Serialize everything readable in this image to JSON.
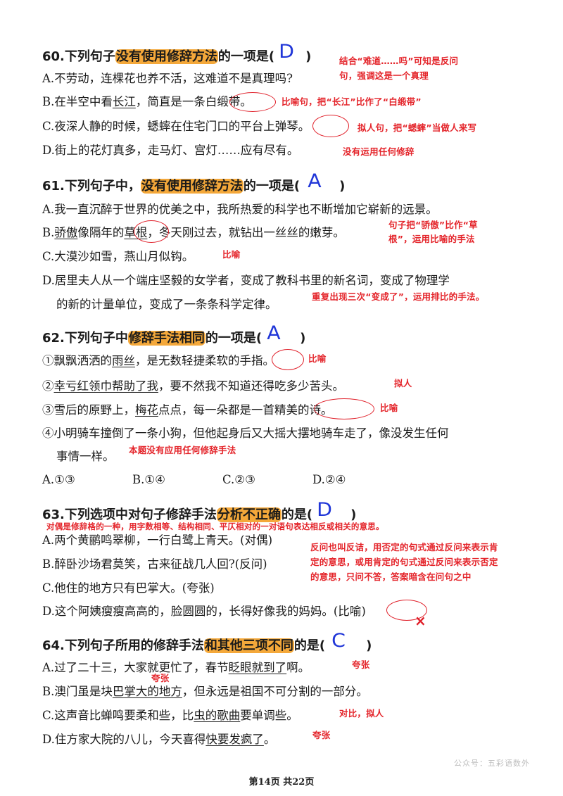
{
  "q60": {
    "title_pre": "60.下列句子",
    "title_hl": "没有使用修辞方法",
    "title_post": "的一项是(",
    "answer": "D",
    "close": ")",
    "note_lines": [
      "结合“难道……吗”可知是反问",
      "句，强调这是一个真理"
    ],
    "opts": [
      {
        "label": "A.不劳动，连棵花也养不活，这难道不是真理吗?"
      },
      {
        "pre": "B.在半空中看",
        "u": "长江",
        "mid": "，简直是一条",
        "u2": "白缎带",
        "post": "。",
        "note": "比喻句，把“长江”比作了“白缎带”"
      },
      {
        "pre": "C.夜深人静的时候，蟋蟀在住宅门口的平台上",
        "u": "弹琴",
        "post": "。",
        "note": "拟人句，把“蟋蟀”当做人来写"
      },
      {
        "label": "D.街上的花灯真多，走马灯、宫灯……应有尽有。",
        "note": "没有运用任何修辞"
      }
    ]
  },
  "q61": {
    "title_pre": "61.下列句子中，",
    "title_hl": "没有使用修辞方法",
    "title_post": "的一项是(",
    "answer": "A",
    "close": ")",
    "opts": [
      {
        "label": "A.我一直沉醉于世界的优美之中，我所热爱的科学也不断增加它崭新的远景。"
      },
      {
        "pre": "B.",
        "u": "骄傲",
        "mid": "像隔年的",
        "u2": "草根",
        "post": "，冬天刚过去，就钻出一丝丝的嫩芽。",
        "note_lines": [
          "句子把“骄傲”比作“草",
          "根”，运用比喻的手法"
        ]
      },
      {
        "label": "C.大漠沙如雪，燕山月似钩。",
        "note": "比喻"
      },
      {
        "label": "D.居里夫人从一个端庄坚毅的女学者，变成了教科书里的新名词，变成了物理学"
      },
      {
        "label": "的新的计量单位，变成了一条条科学定律。",
        "note": "重复出现三次“变成了”，运用排比的手法。"
      }
    ]
  },
  "q62": {
    "title_pre": "62.下列句子中",
    "title_hl": "修辞手法相同",
    "title_post": "的一项是(",
    "answer": "A",
    "close": ")",
    "opts": [
      {
        "pre": "①飘飘洒洒的",
        "u": "雨丝",
        "mid": "，是无数轻捷柔软的",
        "u2": "手指",
        "post": "。",
        "note": "比喻"
      },
      {
        "pre": "②",
        "u": "幸亏红领巾帮助了我",
        "post": "，要不然我不知道还得吃多少苦头。",
        "note": "拟人"
      },
      {
        "pre": "③雪后的原野上，",
        "u": "梅花",
        "mid": "点点，每一朵都是一首",
        "u2": "精美的诗",
        "post": "。",
        "note": "比喻"
      },
      {
        "label": "④小明骑车撞倒了一条小狗，但他起身后又大摇大摆地骑车走了，像没发生任何"
      },
      {
        "label": "事情一样。",
        "note": "本题没有应用任何修辞手法"
      }
    ],
    "choices": [
      "A.①③",
      "B.①④",
      "C.②③",
      "D.②④"
    ]
  },
  "q63": {
    "title_pre": "63.下列选项中对句子修辞手法",
    "title_hl": "分析不正确",
    "title_post": "的是(",
    "answer": "D",
    "close": ")",
    "top_note": "对偶是修辞格的一种，用字数相等、结构相同、平仄相对的一对语句表达相反或相关的意思。",
    "side_note_lines": [
      "反问也叫反诘，用否定的句式通过反问来表示肯",
      "定的意思，或用肯定的句式通过反问来表示否定",
      "的意思，只问不答，答案暗含在问句之中"
    ],
    "opts": [
      {
        "label": "A.两个黄鹂鸣翠柳，一行白鹭上青天。(对偶)"
      },
      {
        "label": "B.醉卧沙场君莫笑，古来征战几人回?(反问)"
      },
      {
        "label": "C.他住的地方只有巴掌大。(夸张)"
      },
      {
        "pre": "D.这个阿姨瘦瘦高高的，脸圆圆的，长得好像我的妈妈。(",
        "u": "比喻",
        "post": ")"
      }
    ],
    "cross": "×"
  },
  "q64": {
    "title_pre": "64.下列句子所用的修辞手法",
    "title_hl": "和其他三项不同",
    "title_post": "的是(",
    "answer": "C",
    "close": ")",
    "opts": [
      {
        "pre": "A.过了二十三，大家就更忙了，春节",
        "u": "眨眼就到了",
        "post": "啊。",
        "note": "夸张"
      },
      {
        "pre": "B.澳门虽是块",
        "u": "巴掌大的地方",
        "post": "，但永远是祖国不可分割的一部分。",
        "note": "夸张"
      },
      {
        "pre": "C.这声音比蝉鸣要柔和些，比",
        "u": "虫的歌曲",
        "post": "要单调些。",
        "note": "对比，拟人"
      },
      {
        "pre": "D.住方家大院的八儿，今天喜得",
        "u": "快要发疯了",
        "post": "。",
        "note": "夸张"
      }
    ]
  },
  "watermark": "公众号：五彩语数外",
  "footer": "第14页 共22页"
}
